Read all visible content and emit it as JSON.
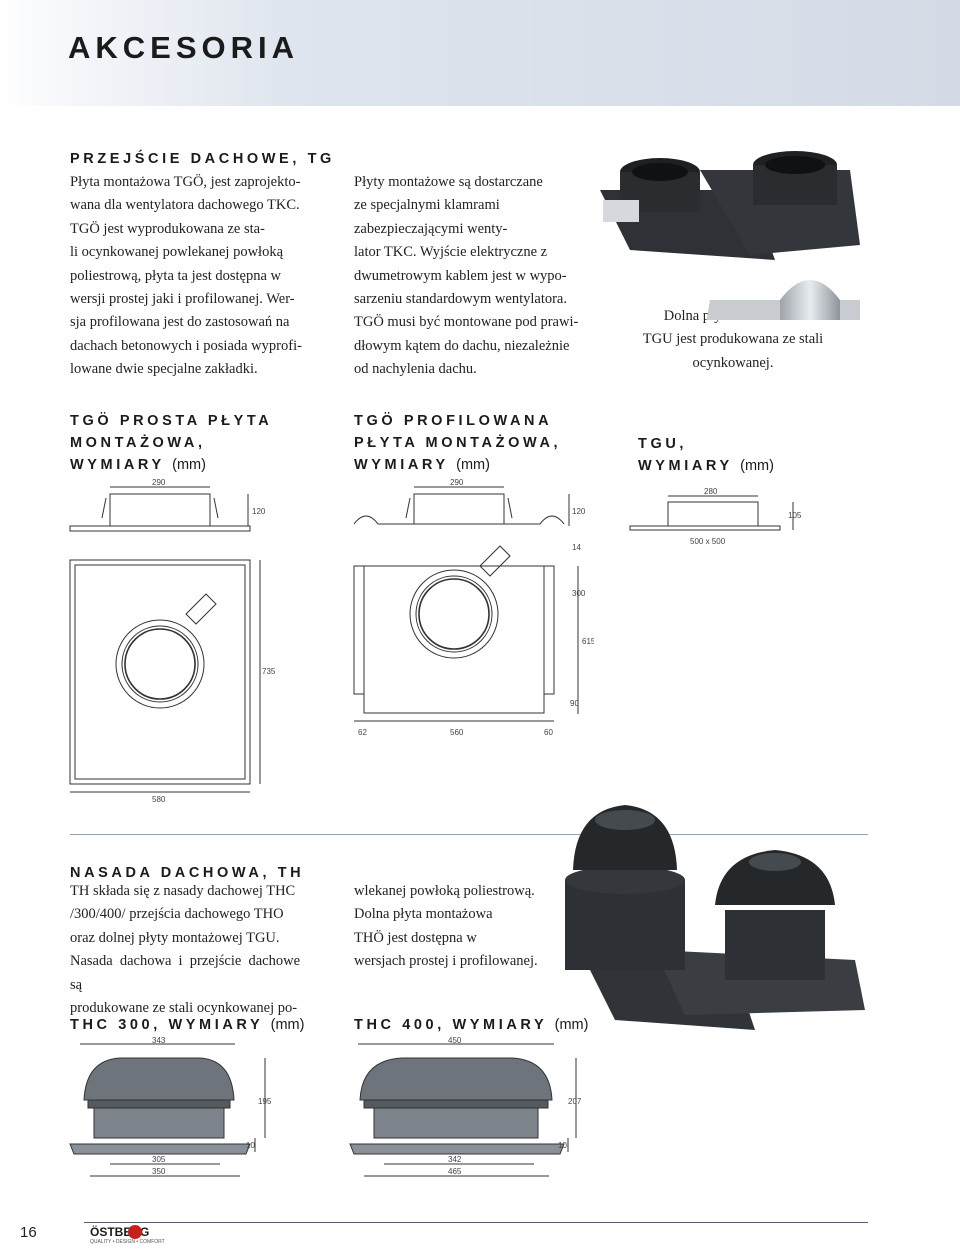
{
  "header": {
    "title": "AKCESORIA"
  },
  "section_tg": {
    "heading": "PRZEJŚCIE DACHOWE, TG",
    "para1": "Płyta montażowa TGÖ, jest zaprojekto-\nwana dla wentylatora dachowego TKC.\n   TGÖ jest wyprodukowana ze sta-\nli ocynkowanej powlekanej powłoką\npoliestrową, płyta ta jest dostępna w\nwersji prostej jaki i profilowanej. Wer-\nsja profilowana jest do zastosowań na\ndachach betonowych i posiada wyprofi-\nlowane dwie specjalne zakładki.",
    "para2": "   Płyty montażowe są dostarczane\nze specjalnymi klamrami\nzabezpieczającymi wenty-\nlator TKC. Wyjście elektryczne z\ndwumetrowym kablem jest w wypo-\nsarzeniu standardowym wentylatora.\nTGÖ musi być montowane pod prawi-\ndłowym kątem do dachu, niezależnie\nod nachylenia dachu.",
    "para3": "Dolna płyta montażowa\nTGU jest produkowana ze stali\nocynkowanej."
  },
  "captions": {
    "tgo_prosta": [
      "TGÖ PROSTA PŁYTA",
      "MONTAŻOWA,",
      "WYMIARY"
    ],
    "tgo_profil": [
      "TGÖ PROFILOWANA",
      "PŁYTA MONTAŻOWA,",
      "WYMIARY"
    ],
    "tgu": [
      "TGU,",
      "WYMIARY"
    ],
    "mm": "(mm)"
  },
  "dims": {
    "p_top": "290",
    "p_h": "120",
    "p_h2": "735",
    "p_w2": "580",
    "f_top": "290",
    "f_h": "120",
    "f_14": "14",
    "f_300": "300",
    "f_615": "615",
    "f_90": "90",
    "f_62": "62",
    "f_560": "560",
    "f_60": "60",
    "u_top": "280",
    "u_h": "105",
    "u_base": "500 x 500"
  },
  "section_th": {
    "heading": "NASADA DACHOWA, TH",
    "para1": "TH składa się z nasady dachowej THC\n/300/400/ przejścia dachowego THO\noraz dolnej płyty montażowej TGU.\nNasada dachowa i przejście dachowe są\nprodukowane ze stali ocynkowanej po-",
    "para2": "wlekanej powłoką poliestrową.\nDolna płyta montażowa\n   THÖ jest dostępna w\n   wersjach prostej i profilowanej."
  },
  "captions2": {
    "thc300": "THC 300, WYMIARY",
    "thc400": "THC 400, WYMIARY",
    "mm": "(mm)"
  },
  "dims2": {
    "a_top": "343",
    "a_h": "195",
    "a_10": "10",
    "a_305": "305",
    "a_350": "350",
    "b_top": "450",
    "b_h": "207",
    "b_10": "10",
    "b_342": "342",
    "b_465": "465"
  },
  "footer": {
    "page": "16",
    "brand": "ÖSTBERG",
    "brand_sub": "QUALITY • DESIGN • COMFORT"
  },
  "colors": {
    "accent": "#c8201e",
    "header_band": "#d4dbe6",
    "steel": "#7b8189"
  }
}
